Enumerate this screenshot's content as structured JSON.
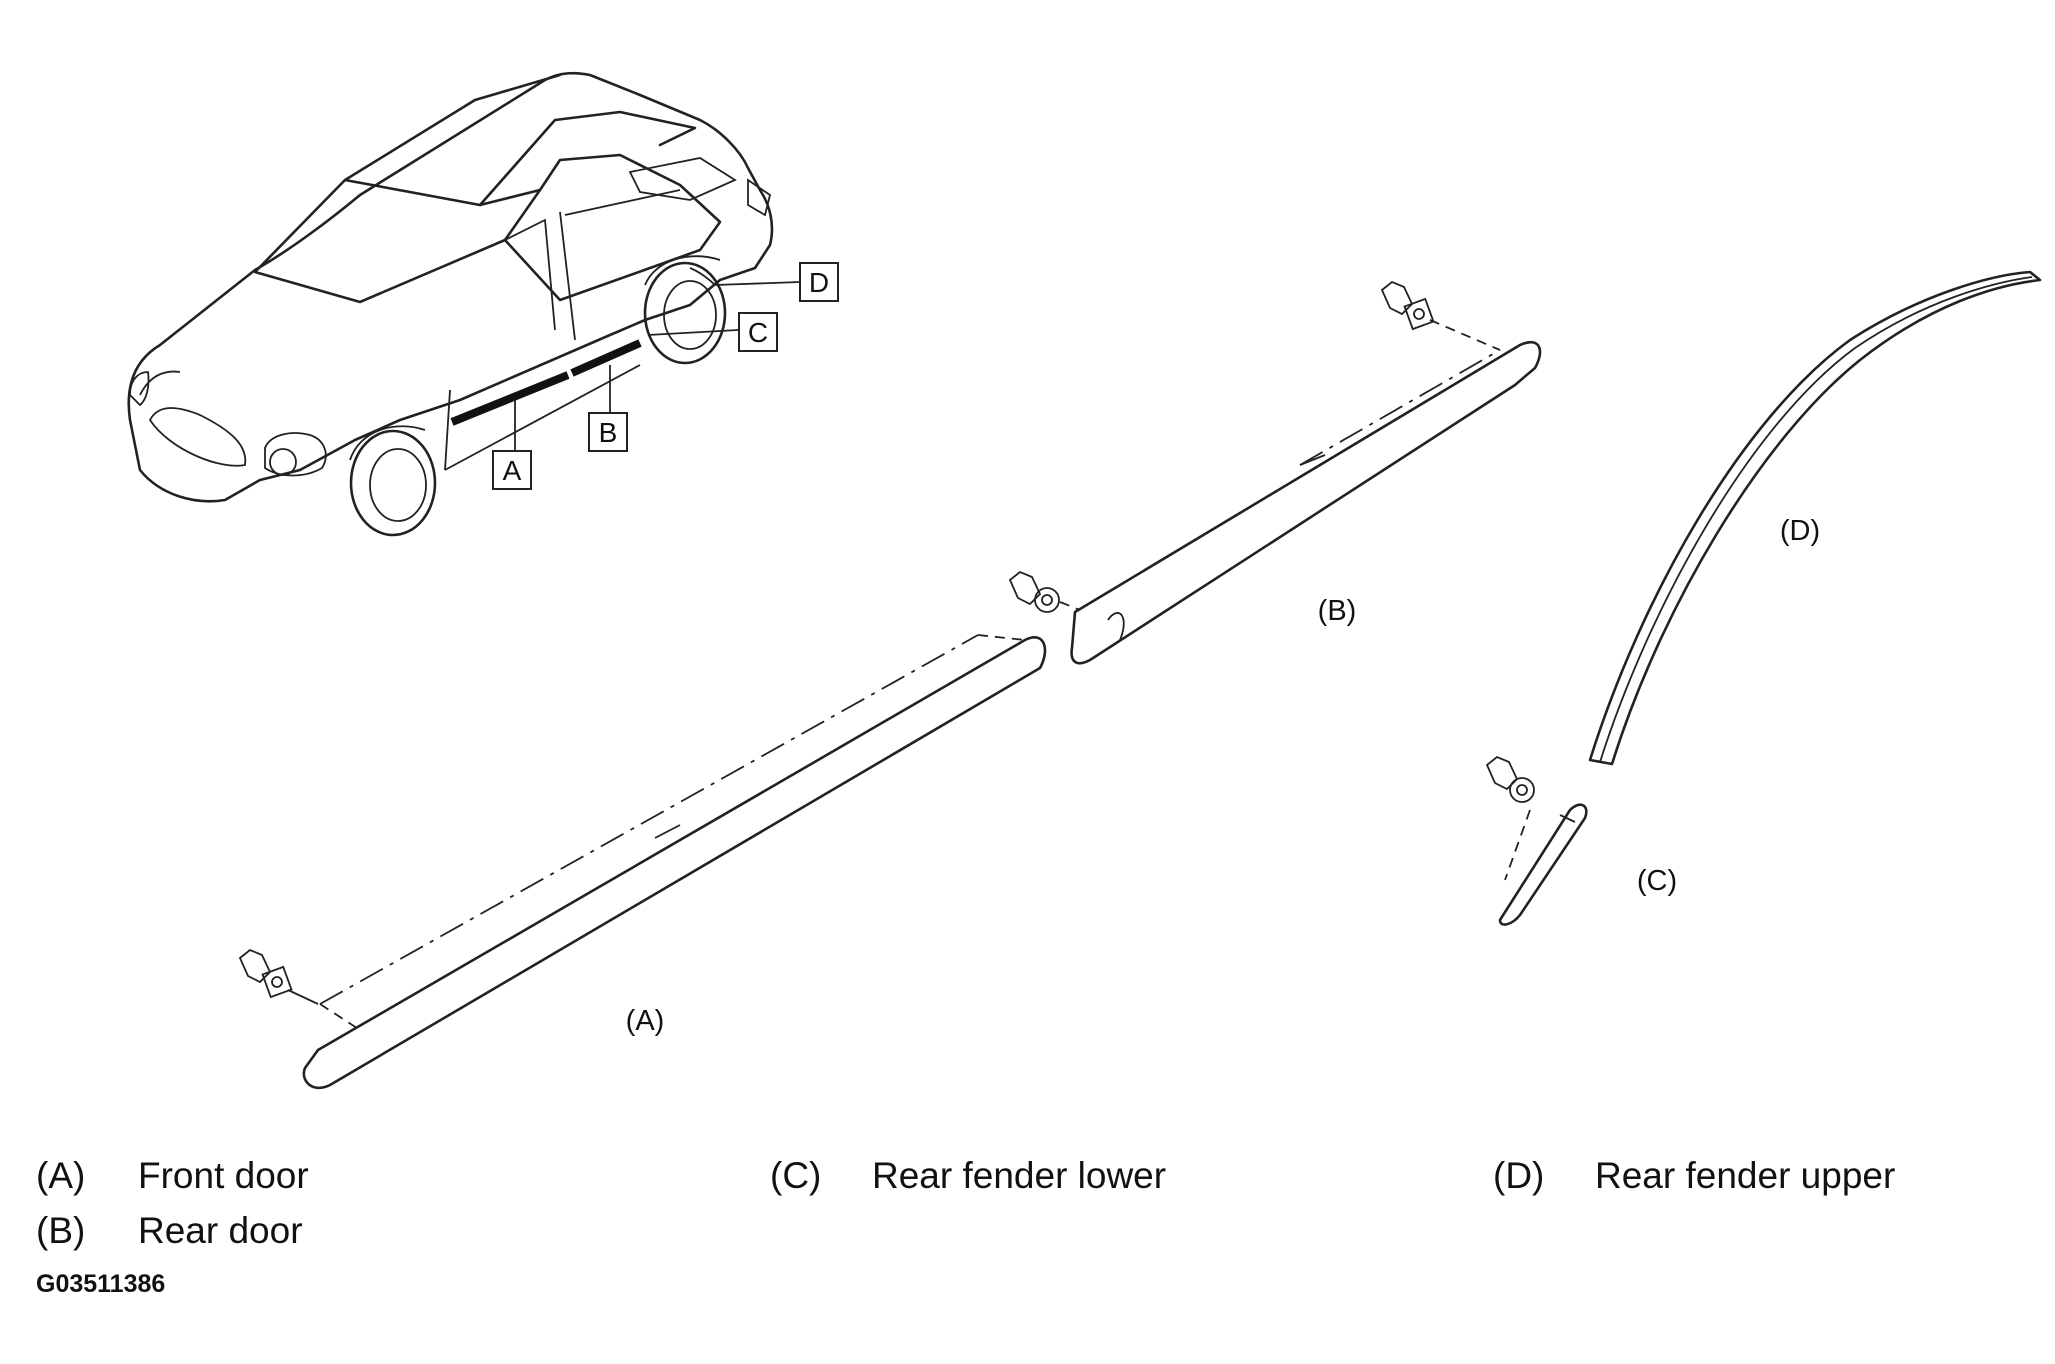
{
  "diagram": {
    "callouts": [
      "A",
      "B",
      "C",
      "D"
    ],
    "part_labels": {
      "a": "(A)",
      "b": "(B)",
      "c": "(C)",
      "d": "(D)"
    }
  },
  "legend": [
    {
      "key": "(A)",
      "text": "Front door"
    },
    {
      "key": "(B)",
      "text": "Rear door"
    },
    {
      "key": "(C)",
      "text": "Rear fender lower"
    },
    {
      "key": "(D)",
      "text": "Rear fender upper"
    }
  ],
  "figure_id": "G03511386"
}
